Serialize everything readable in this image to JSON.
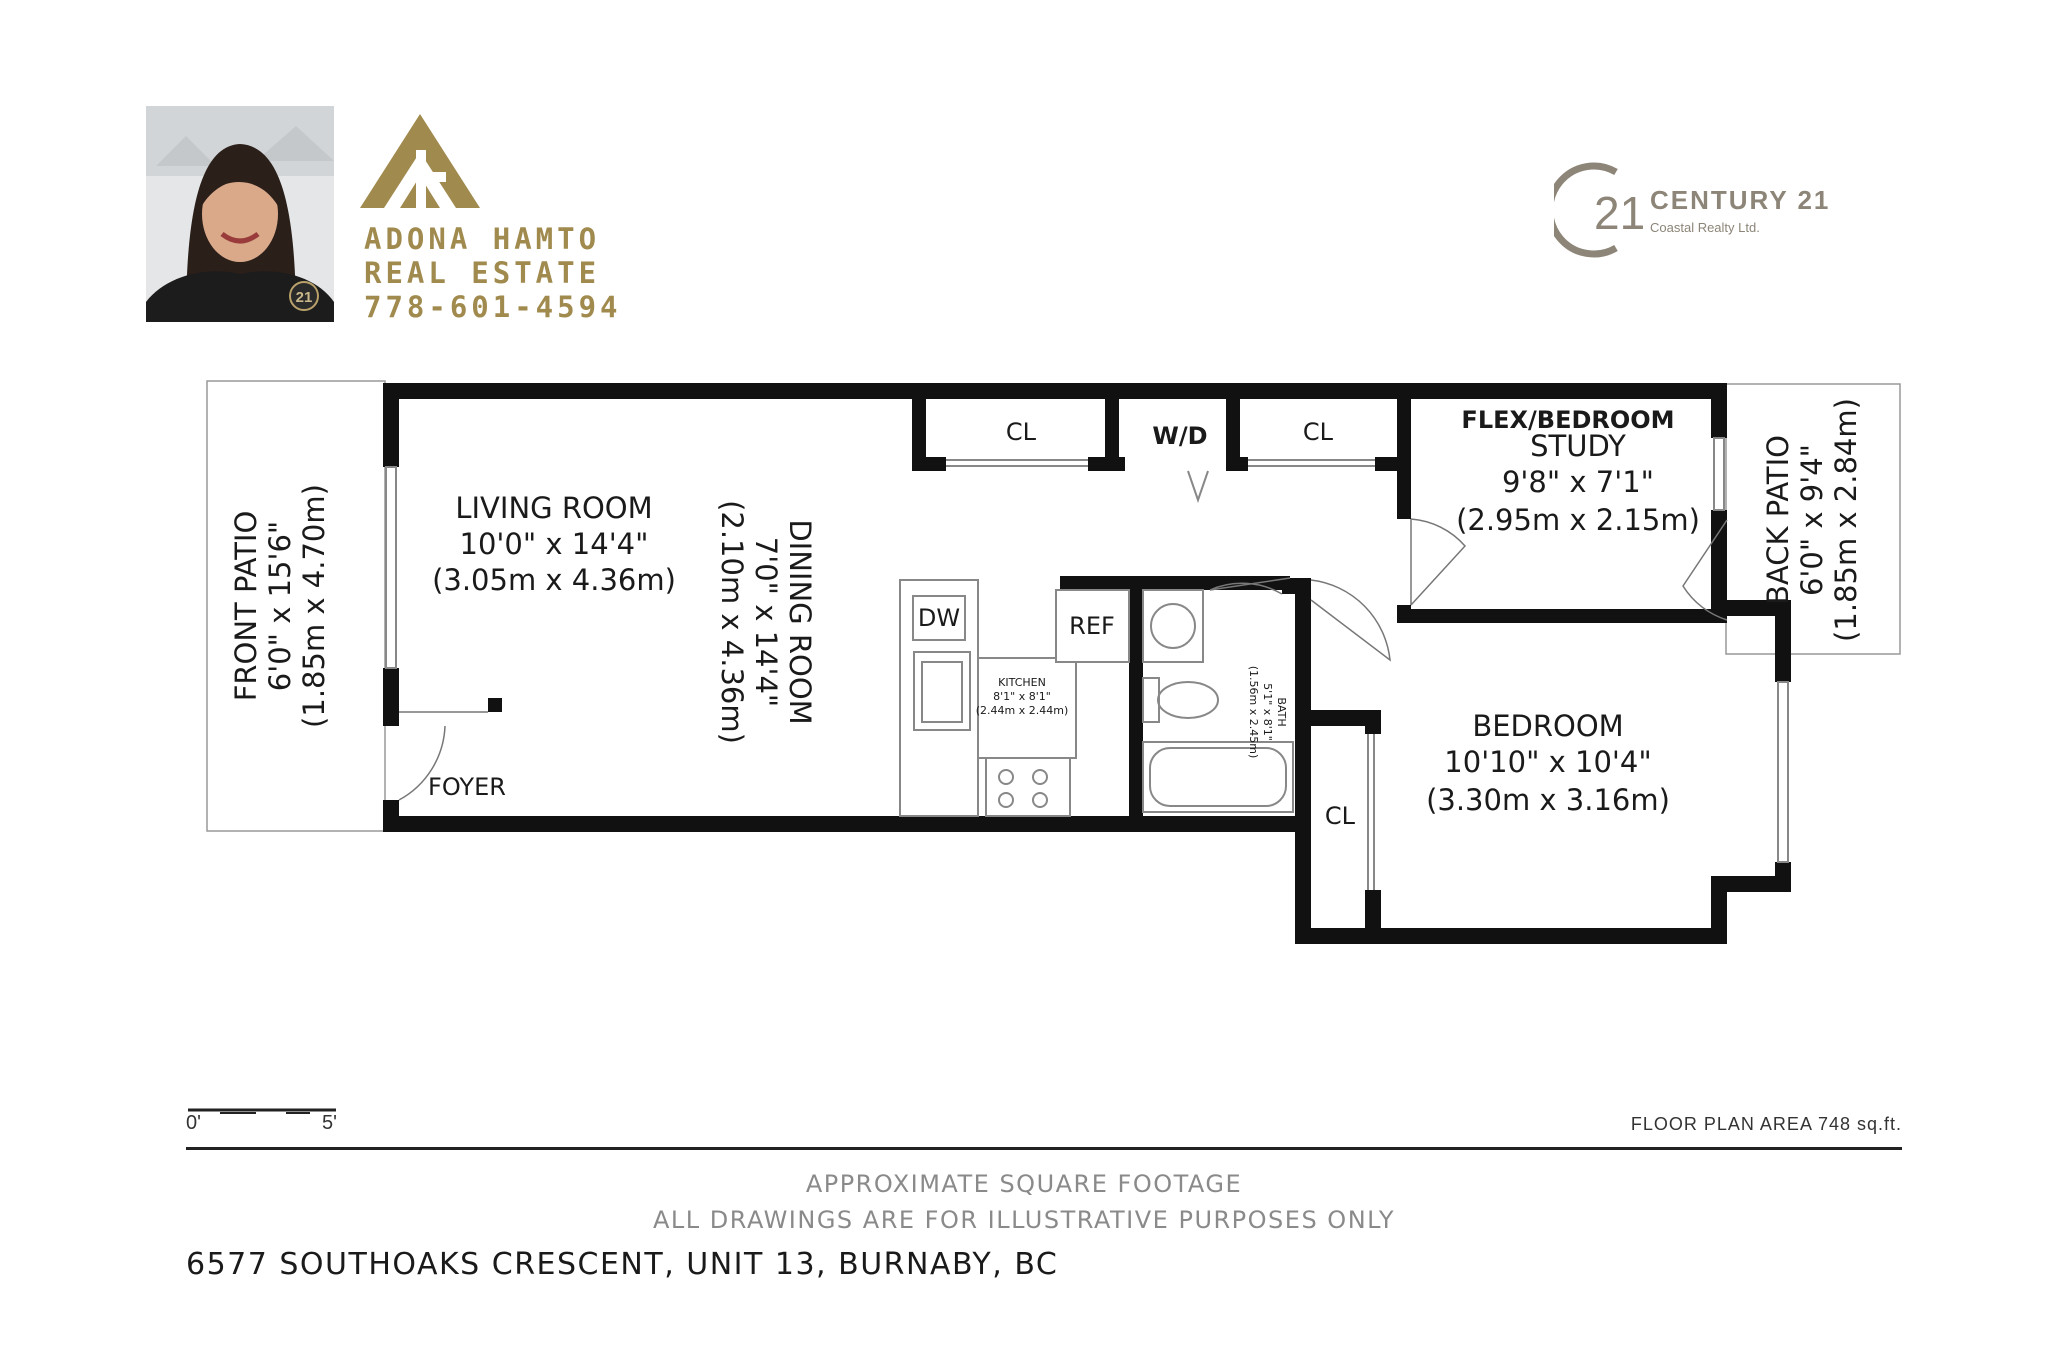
{
  "agent": {
    "name": "ADONA HAMTO",
    "company": "REAL ESTATE",
    "phone": "778-601-4594",
    "logo_monogram": "AH",
    "photo_badge": "21"
  },
  "brokerage": {
    "number": "21",
    "name": "CENTURY 21",
    "subtitle": "Coastal Realty Ltd."
  },
  "rooms": {
    "front_patio": {
      "name": "FRONT PATIO",
      "imperial": "6'0\" x 15'6\"",
      "metric": "(1.85m x 4.70m)"
    },
    "living_room": {
      "name": "LIVING ROOM",
      "imperial": "10'0\" x 14'4\"",
      "metric": "(3.05m x 4.36m)"
    },
    "dining_room": {
      "name": "DINING ROOM",
      "imperial": "7'0\" x 14'4\"",
      "metric": "(2.10m x 4.36m)"
    },
    "kitchen": {
      "name": "KITCHEN",
      "dims": "8'1\" x 8'1\"",
      "metric": "(2.44m x 2.44m)"
    },
    "bath": {
      "name": "BATH",
      "dims": "5'1\" x 8'1\"",
      "metric": "(1.56m x 2.45m)"
    },
    "flex": {
      "name": "FLEX/BEDROOM",
      "subname": "STUDY",
      "imperial": "9'8\" x 7'1\"",
      "metric": "(2.95m x 2.15m)"
    },
    "bedroom": {
      "name": "BEDROOM",
      "imperial": "10'10\" x 10'4\"",
      "metric": "(3.30m x 3.16m)"
    },
    "back_patio": {
      "name": "BACK PATIO",
      "imperial": "6'0\" x 9'4\"",
      "metric": "(1.85m x 2.84m)"
    },
    "foyer": {
      "name": "FOYER"
    },
    "closet_1": "CL",
    "closet_2": "CL",
    "closet_3": "CL",
    "washer_dryer": "W/D",
    "dishwasher": "DW",
    "refrigerator": "REF"
  },
  "scale": {
    "start": "0'",
    "end": "5'"
  },
  "floor_area": "FLOOR PLAN AREA 748 sq.ft.",
  "notes": {
    "line1": "APPROXIMATE SQUARE FOOTAGE",
    "line2": "ALL DRAWINGS ARE FOR ILLUSTRATIVE PURPOSES ONLY"
  },
  "address": "6577 SOUTHOAKS CRESCENT, UNIT 13, BURNABY, BC",
  "colors": {
    "gold": "#a08a4e",
    "wall": "#111111",
    "c21_gray": "#8c8578"
  }
}
